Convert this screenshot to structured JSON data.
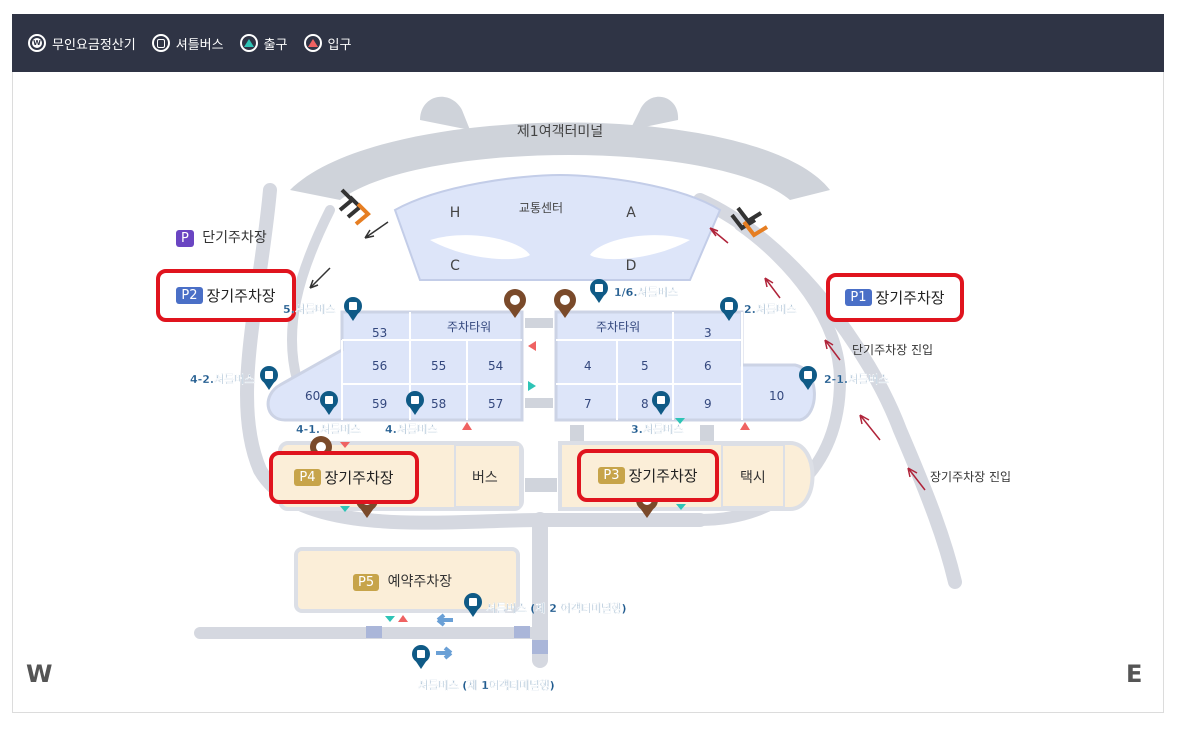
{
  "legend": [
    {
      "icon": "fare-machine-icon",
      "label": "무인요금정산기"
    },
    {
      "icon": "shuttle-bus-icon",
      "label": "셔틀버스"
    },
    {
      "icon": "exit-icon",
      "label": "출구"
    },
    {
      "icon": "entrance-icon",
      "label": "입구"
    }
  ],
  "terminal_label": "제1여객터미널",
  "transport_center": "교통센터",
  "zones": {
    "h": "H",
    "a": "A",
    "c": "C",
    "d": "D"
  },
  "parking": {
    "p1": {
      "tag": "P1",
      "name": "장기주차장"
    },
    "p2": {
      "tag": "P2",
      "name": "장기주차장"
    },
    "p3": {
      "tag": "P3",
      "name": "장기주차장"
    },
    "p4": {
      "tag": "P4",
      "name": "장기주차장"
    },
    "p5": {
      "tag": "P5",
      "name": "예약주차장"
    },
    "short": {
      "tag": "P",
      "name": "단기주차장"
    }
  },
  "tower_left": "주차타워",
  "tower_right": "주차타워",
  "blocks": {
    "b53": "53",
    "b56": "56",
    "b55": "55",
    "b54": "54",
    "b59": "59",
    "b58": "58",
    "b57": "57",
    "b60": "60",
    "b3": "3",
    "b4": "4",
    "b5": "5",
    "b6": "6",
    "b7": "7",
    "b8": "8",
    "b9": "9",
    "b10": "10"
  },
  "bus_area": "버스",
  "taxi_area": "택시",
  "shuttle_stops": {
    "s5": "5.셔틀버스",
    "s16": "1/6.셔틀버스",
    "s2": "2.셔틀버스",
    "s42": "4-2.셔틀버스",
    "s21": "2-1.셔틀버스",
    "s41": "4-1.셔틀버스",
    "s4": "4.셔틀버스",
    "s3": "3.셔틀버스",
    "t2": "셔틀버스 (제 2 여객터미널행)",
    "t1": "셔틀버스 (제 1여객터미널행)"
  },
  "short_entry": "단기주차장 진입",
  "long_entry": "장기주차장 진입",
  "west": "W",
  "east": "E",
  "colors": {
    "header": "#2f3445",
    "p_blue": "#4a6fc7",
    "p_purple": "#6a45c2",
    "p_gold": "#c7a44a",
    "highlight_red": "#e0141e",
    "parking_fill": "#dde5f9",
    "bus_pin": "#0f5a86",
    "fare_pin": "#7a4a2a"
  }
}
